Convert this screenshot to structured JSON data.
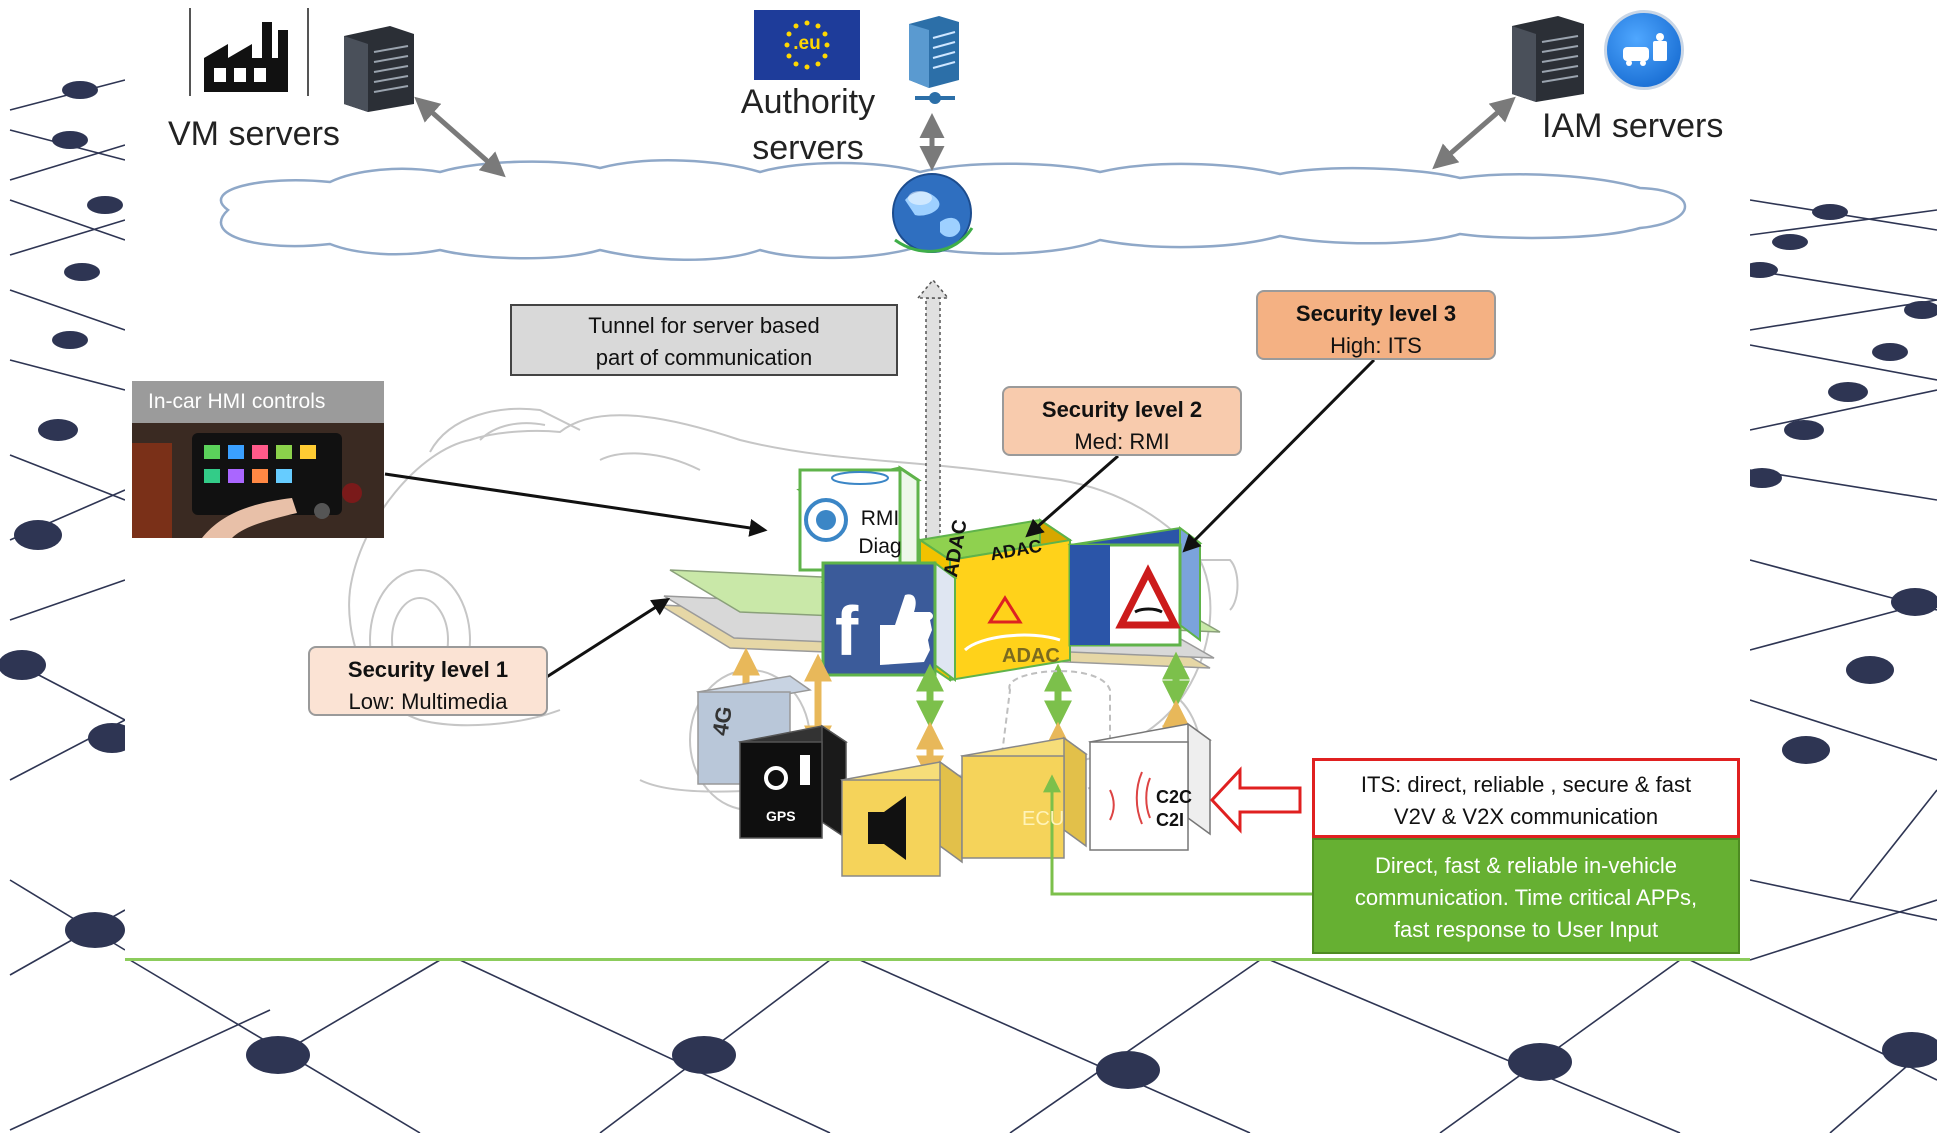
{
  "servers": {
    "vm": "VM servers",
    "authority_line1": "Authority",
    "authority_line2": "servers",
    "iam": "IAM servers",
    "eu_flag_text": ".eu"
  },
  "tunnel": {
    "line1": "Tunnel for server based",
    "line2": "part of communication"
  },
  "hmi": {
    "title": "In-car HMI controls"
  },
  "security": [
    {
      "level": "Security level 1",
      "desc": "Low: Multimedia",
      "color": "#fbe3d4"
    },
    {
      "level": "Security level 2",
      "desc": "Med: RMI",
      "color": "#f8cbad"
    },
    {
      "level": "Security level 3",
      "desc": "High: ITS",
      "color": "#f4b183"
    }
  ],
  "cubes": {
    "rmi_line1": "RMI",
    "rmi_line2": "Diag",
    "adac": "ADAC",
    "fourg": "4G",
    "gps": "GPS",
    "ecu": "ECU",
    "c2c": "C2C",
    "c2i": "C2I"
  },
  "its_box": {
    "line1": "ITS: direct, reliable , secure & fast",
    "line2": "V2V & V2X communication"
  },
  "green_box": {
    "line1": "Direct, fast & reliable in-vehicle",
    "line2": "communication. Time critical APPs,",
    "line3": "fast response to User Input"
  },
  "colors": {
    "green_box": "#66b032",
    "its_border": "#e02020",
    "cloud_stroke": "#8fa8c8",
    "network_node": "#2e3553",
    "tunnel_fill": "#d9d9d9"
  }
}
